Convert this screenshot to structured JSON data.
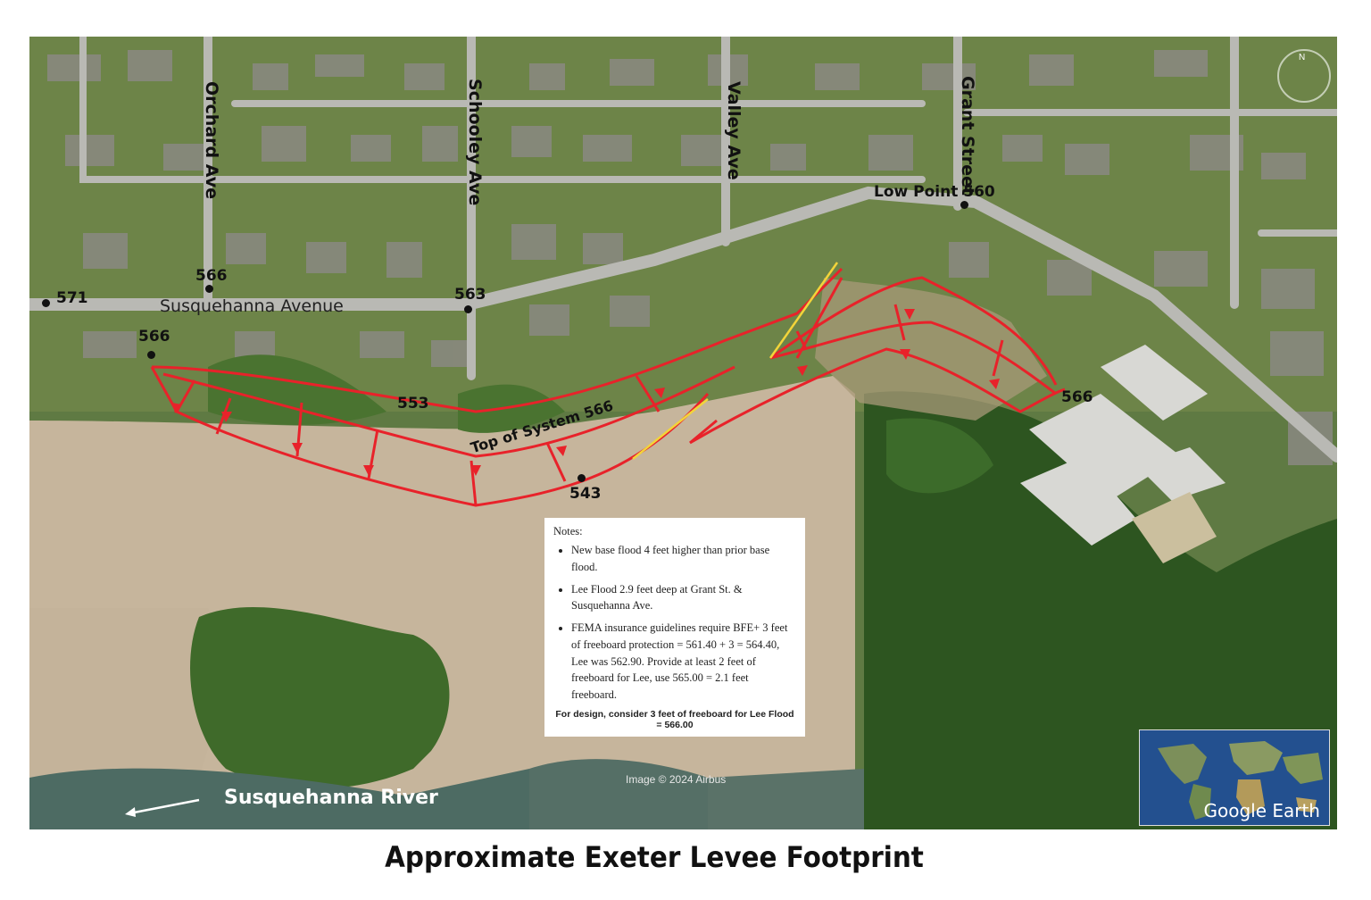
{
  "title": "Approximate Exeter Levee Footprint",
  "streets": {
    "orchard": "Orchard Ave",
    "schooley": "Schooley Ave",
    "valley": "Valley Ave",
    "grant": "Grant Street",
    "susquehanna_ave": "Susquehanna Avenue"
  },
  "elevations": {
    "e571": "571",
    "e566_orchard": "566",
    "e563": "563",
    "e566_west": "566",
    "e553": "553",
    "e543": "543",
    "e566_east": "566",
    "low_point": "Low Point 560"
  },
  "levee_label": "Top of System 566",
  "river_label": "Susquehanna River",
  "credit": "Image © 2024 Airbus",
  "google_earth": "Google Earth",
  "compass": "N",
  "notes": {
    "heading": "Notes:",
    "items": [
      "New base flood 4 feet higher than prior base flood.",
      "Lee Flood 2.9 feet deep at Grant St. & Susquehanna Ave.",
      "FEMA insurance guidelines require BFE+ 3 feet of freeboard protection = 561.40 + 3 = 564.40, Lee was 562.90. Provide at least 2 feet of freeboard for Lee, use 565.00 = 2.1 feet freeboard."
    ],
    "design": "For design, consider 3 feet of freeboard for Lee Flood = 566.00"
  },
  "colors": {
    "levee": "#e8222a",
    "road": "#b9b9b4",
    "field": "#c9b9a0",
    "grass": "#6f8f3c",
    "trees": "#2f5a22",
    "river": "#4d6b63"
  }
}
